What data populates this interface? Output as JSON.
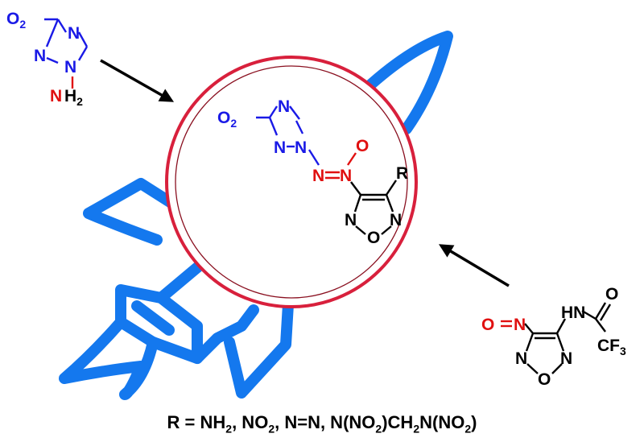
{
  "colors": {
    "rocket": "#1478ee",
    "circle": "#d8203c",
    "nitrogen": "#1a1ae6",
    "oxygen": "#e01010",
    "black": "#000000"
  },
  "reactant_top": {
    "no2": "O",
    "no2_sub": "2",
    "n_a": "N",
    "n_b": "N",
    "n_c": "N",
    "amine_n": "N",
    "amine_h": "H",
    "amine_sub": "2"
  },
  "product": {
    "no2": "O",
    "no2_sub": "2",
    "n_a": "N",
    "n_b": "N",
    "n_c": "N",
    "azo_n1": "N",
    "azo_n2": "N",
    "oxide_o": "O",
    "r_group": "R",
    "furazan_n1": "N",
    "furazan_n2": "N",
    "furazan_o": "O"
  },
  "reactant_bottom": {
    "nitroso_o": "O",
    "nitroso_n": "N",
    "nh": "HN",
    "carbonyl_o": "O",
    "cf3": "CF",
    "cf3_sub": "3",
    "furazan_n1": "N",
    "furazan_n2": "N",
    "furazan_o": "O"
  },
  "caption": {
    "prefix": "R = NH",
    "sub1": "2",
    "mid1": ", NO",
    "sub2": "2",
    "mid2": ", N=N, N(NO",
    "sub3": "2",
    "mid3": ")CH",
    "sub4": "2",
    "mid4": "N(NO",
    "sub5": "2",
    "suffix": ")"
  }
}
